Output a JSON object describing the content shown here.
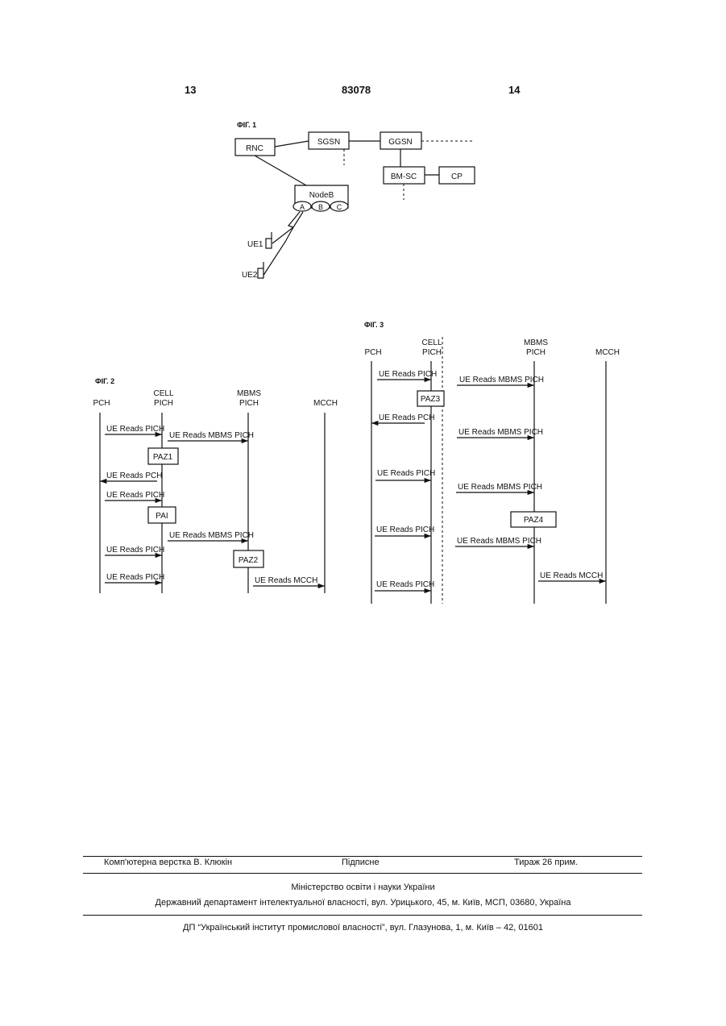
{
  "header": {
    "left_page": "13",
    "patent_number": "83078",
    "right_page": "14"
  },
  "fig1": {
    "title": "ФІГ. 1",
    "nodes": {
      "rnc": "RNC",
      "sgsn": "SGSN",
      "ggsn": "GGSN",
      "bmsc": "BM-SC",
      "cp": "CP",
      "nodeb": "NodeB",
      "cell_a": "A",
      "cell_b": "B",
      "cell_c": "C",
      "ue1": "UE1",
      "ue2": "UE2"
    }
  },
  "fig2": {
    "title": "ФІГ. 2",
    "lanes": {
      "pch": "PCH",
      "cell_pich_1": "CELL",
      "cell_pich_2": "PICH",
      "mbms_pich_1": "MBMS",
      "mbms_pich_2": "PICH",
      "mcch": "MCCH"
    },
    "messages": {
      "m1": "UE Reads PICH",
      "m2": "UE Reads MBMS PICH",
      "box1": "PAZ1",
      "m3": "UE Reads PCH",
      "m4": "UE Reads PICH",
      "box2": "PAI",
      "m5": "UE Reads MBMS PICH",
      "m6": "UE Reads PICH",
      "box3": "PAZ2",
      "m7": "UE Reads PICH",
      "m8": "UE Reads MCCH"
    }
  },
  "fig3": {
    "title": "ФІГ. 3",
    "lanes": {
      "pch": "PCH",
      "cell_pich_1": "CELL",
      "cell_pich_2": "PICH",
      "mbms_pich_1": "MBMS",
      "mbms_pich_2": "PICH",
      "mcch": "MCCH"
    },
    "messages": {
      "m1": "UE Reads PICH",
      "m2": "UE Reads MBMS PICH",
      "box1": "PAZ3",
      "m3": "UE Reads PCH",
      "m4": "UE Reads MBMS PICH",
      "m5": "UE Reads PICH",
      "m6": "UE Reads MBMS PICH",
      "box2": "PAZ4",
      "m7": "UE Reads PICH",
      "m8": "UE Reads MBMS PICH",
      "m9": "UE Reads MCCH",
      "m10": "UE Reads PICH"
    }
  },
  "footer": {
    "typesetting": "Комп'ютерна верстка В. Клюкін",
    "signed": "Підписне",
    "circulation": "Тираж 26 прим.",
    "ministry": "Міністерство освіти і науки України",
    "department": "Державний департамент інтелектуальної власності, вул. Урицького, 45, м. Київ, МСП, 03680, Україна",
    "institute": "ДП “Український інститут промислової власності”, вул. Глазунова, 1, м. Київ – 42, 01601"
  }
}
